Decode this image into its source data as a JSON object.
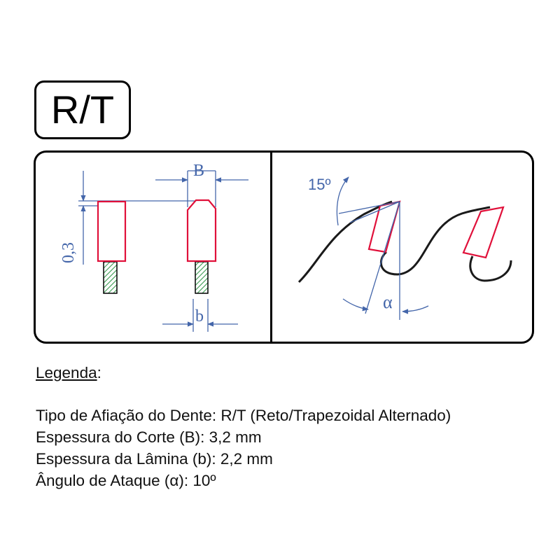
{
  "code_label": "R/T",
  "diagram": {
    "dim_B": "B",
    "dim_b": "b",
    "dim_height": "0,3",
    "angle_top": "15º",
    "angle_alpha": "α",
    "colors": {
      "dimension_blue": "#4466aa",
      "tooth_red": "#e0103a",
      "hatch_green": "#3a9a50",
      "outline": "#000000"
    }
  },
  "legend": {
    "title": "Legenda",
    "title_suffix": ":",
    "lines": [
      "Tipo de Afiação do Dente: R/T (Reto/Trapezoidal Alternado)",
      "Espessura do Corte (B): 3,2 mm",
      "Espessura da Lâmina (b): 2,2 mm",
      "Ângulo de Ataque (α): 10º"
    ]
  }
}
